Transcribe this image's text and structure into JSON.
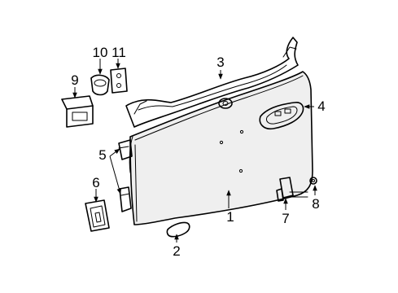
{
  "diagram": {
    "callouts": [
      {
        "id": "1",
        "label": "1"
      },
      {
        "id": "2",
        "label": "2"
      },
      {
        "id": "3",
        "label": "3"
      },
      {
        "id": "4",
        "label": "4"
      },
      {
        "id": "5",
        "label": "5"
      },
      {
        "id": "6",
        "label": "6"
      },
      {
        "id": "7",
        "label": "7"
      },
      {
        "id": "8",
        "label": "8"
      },
      {
        "id": "9",
        "label": "9"
      },
      {
        "id": "10",
        "label": "10"
      },
      {
        "id": "11",
        "label": "11"
      }
    ]
  },
  "colors": {
    "line": "#000000",
    "background": "#ffffff",
    "shade": "#efefef"
  }
}
